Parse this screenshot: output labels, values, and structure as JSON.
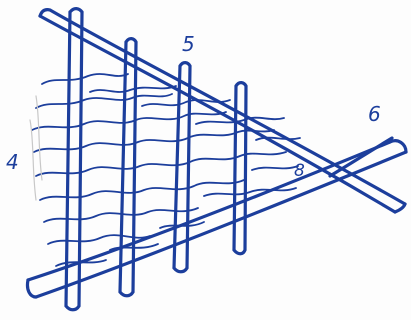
{
  "colors": {
    "ink": "#1c3e9c",
    "shadow": "#c8c8c8"
  },
  "labels": {
    "five": "5",
    "four": "4",
    "six": "6",
    "eight": "8"
  }
}
